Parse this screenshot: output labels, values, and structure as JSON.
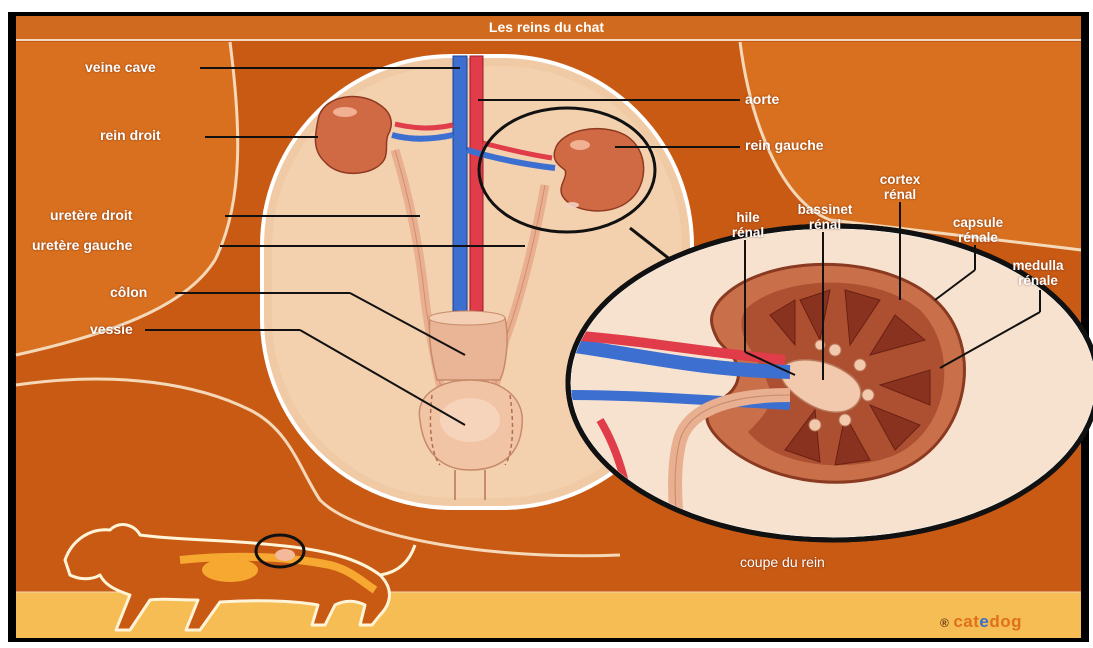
{
  "title": "Les reins du chat",
  "colors": {
    "background": "#c85a14",
    "title_bar": "#d06a1e",
    "body_cavity": "#f0c9a5",
    "kidney": "#d06a45",
    "vein": "#3d6fd1",
    "artery": "#e03c4a",
    "footer": "#f6bd55"
  },
  "labels": {
    "veine_cave": "veine cave",
    "aorte": "aorte",
    "rein_droit": "rein droit",
    "rein_gauche": "rein gauche",
    "uretere_droit": "uretère droit",
    "uretere_gauche": "uretère gauche",
    "colon": "côlon",
    "vessie": "vessie",
    "hile_renal_1": "hile",
    "hile_renal_2": "rénal",
    "bassinet_renal_1": "bassinet",
    "bassinet_renal_2": "rénal",
    "cortex_renal_1": "cortex",
    "cortex_renal_2": "rénal",
    "capsule_renale_1": "capsule",
    "capsule_renale_2": "rénale",
    "medulla_renale_1": "medulla",
    "medulla_renale_2": "rénale",
    "coupe_du_rein": "coupe du rein"
  },
  "brand": {
    "registered": "®",
    "name_pre": "cat",
    "name_e": "e",
    "name_post": "dog"
  }
}
